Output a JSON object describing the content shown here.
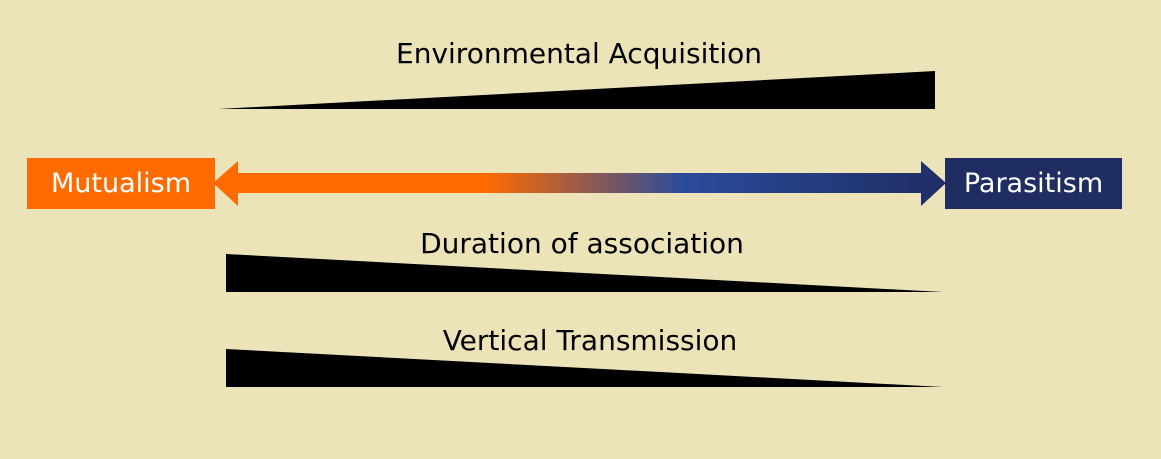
{
  "colors": {
    "background": "#ECE4B8",
    "mutualism": "#FF6B00",
    "parasitism": "#1F2D63",
    "wedge": "#000000",
    "arrow_mid_blue": "#2A4B9A"
  },
  "poles": {
    "left": {
      "label": "Mutualism"
    },
    "right": {
      "label": "Parasitism"
    }
  },
  "gradients": [
    {
      "label": "Environmental Acquisition",
      "direction": "increasing_toward_parasitism"
    },
    {
      "label": "Duration of association",
      "direction": "decreasing_toward_parasitism"
    },
    {
      "label": "Vertical Transmission",
      "direction": "decreasing_toward_parasitism"
    }
  ]
}
